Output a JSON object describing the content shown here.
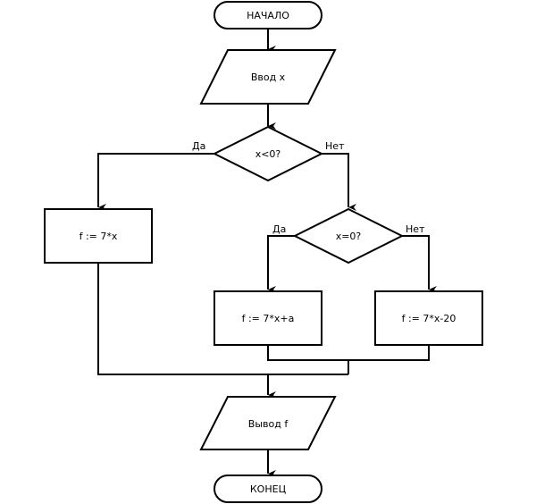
{
  "flowchart": {
    "start": {
      "text": "НАЧАЛО",
      "type": "terminator"
    },
    "input": {
      "text": "Ввод x",
      "type": "io"
    },
    "decision1": {
      "text": "x<0?",
      "type": "decision",
      "yes_label": "Да",
      "no_label": "Нет"
    },
    "process_left": {
      "text": "f := 7*x",
      "type": "process"
    },
    "decision2": {
      "text": "x=0?",
      "type": "decision",
      "yes_label": "Да",
      "no_label": "Нет"
    },
    "process_mid": {
      "text": "f := 7*x+a",
      "type": "process"
    },
    "process_right": {
      "text": "f := 7*x-20",
      "type": "process"
    },
    "output": {
      "text": "Вывод f",
      "type": "io"
    },
    "end": {
      "text": "КОНЕЦ",
      "type": "terminator"
    }
  },
  "colors": {
    "stroke": "#000000",
    "fill": "#ffffff",
    "text": "#000000"
  }
}
